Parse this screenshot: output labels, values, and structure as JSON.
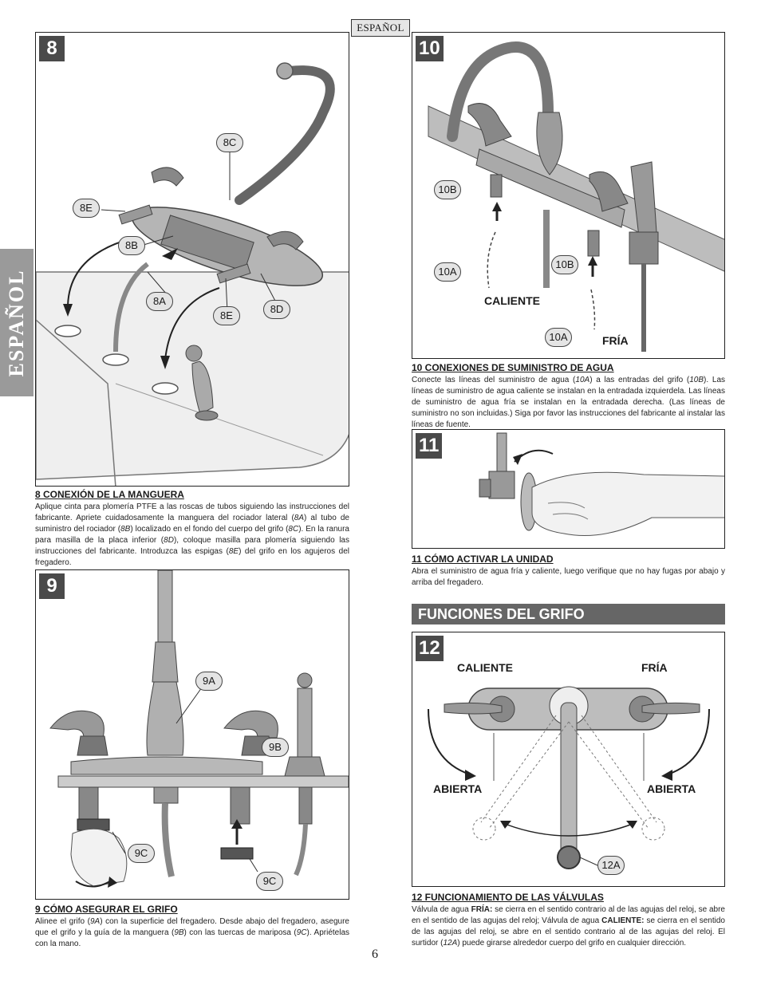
{
  "lang_tag": "ESPAÑOL",
  "side_tab": "ESPAÑOL",
  "page_number": "6",
  "banner": "FUNCIONES DEL GRIFO",
  "fig8": {
    "num": "8",
    "callouts": {
      "c8C": "8C",
      "c8E_top": "8E",
      "c8B": "8B",
      "c8A": "8A",
      "c8E_bottom": "8E",
      "c8D": "8D"
    }
  },
  "fig9": {
    "num": "9",
    "callouts": {
      "c9A": "9A",
      "c9B": "9B",
      "c9C_left": "9C",
      "c9C_right": "9C"
    }
  },
  "fig10": {
    "num": "10",
    "callouts": {
      "c10B_left": "10B",
      "c10A_left": "10A",
      "c10B_right": "10B",
      "c10A_right": "10A"
    },
    "hot_label": "CALIENTE",
    "cold_label": "FRÍA"
  },
  "fig11": {
    "num": "11"
  },
  "fig12": {
    "num": "12",
    "hot_label": "CALIENTE",
    "cold_label": "FRÍA",
    "open_left": "ABIERTA",
    "open_right": "ABIERTA",
    "callout": "12A"
  },
  "sections": {
    "s8": {
      "title": "8  CONEXIÓN DE LA MANGUERA",
      "p1": "Aplique cinta para plomería PTFE a las roscas de tubos siguiendo las instrucciones del fabricante. Apriete cuidadosamente la manguera del rociador lateral (",
      "r1": "8A",
      "p2": ") al tubo de suministro del rociador (",
      "r2": "8B",
      "p3": ") localizado en el fondo del cuerpo del grifo (",
      "r3": "8C",
      "p4": "). En la ranura para masilla de la placa inferior (",
      "r4": "8D",
      "p5": "), coloque masilla para plomería siguiendo las instrucciones del fabricante. Introduzca las espigas (",
      "r5": "8E",
      "p6": ") del grifo en los agujeros del fregadero."
    },
    "s9": {
      "title": "9  CÓMO ASEGURAR EL GRIFO",
      "p1": "Alinee el grifo (",
      "r1": "9A",
      "p2": ") con la superficie del fregadero. Desde abajo del fregadero, asegure que el grifo y la guía de la manguera (",
      "r2": "9B",
      "p3": ") con las tuercas de mariposa (",
      "r3": "9C",
      "p4": ").  Apriételas con la mano."
    },
    "s10": {
      "title": "10  CONEXIONES DE SUMINISTRO DE AGUA",
      "p1": "Conecte las líneas del suministro de agua (",
      "r1": "10A",
      "p2": ") a las entradas del grifo (",
      "r2": "10B",
      "p3": ").  Las líneas de suministro de agua caliente se instalan en la entradada izquierdela. Las líneas de suministro de agua fría se instalan en la entradada derecha. (Las líneas de suministro no son incluidas.)  Siga por favor las instrucciones del fabricante al instalar las líneas de fuente."
    },
    "s11": {
      "title": "11  CÓMO ACTIVAR LA UNIDAD",
      "p1": "Abra el suministro de agua fría y caliente, luego verifique que no hay fugas por abajo y arriba del fregadero."
    },
    "s12": {
      "title": "12  FUNCIONAMIENTO DE LAS VÁLVULAS",
      "p1": "Válvula de agua ",
      "b1": "FRÍA:",
      "p2": " se cierra en el sentido contrario al de las agujas del reloj, se abre en el sentido de las agujas del reloj; Válvula de agua ",
      "b2": "CALIENTE:",
      "p3": " se cierra en el sentido de las agujas del reloj, se abre en el sentido contrario al de las agujas del reloj. El surtidor (",
      "r1": "12A",
      "p4": ") puede girarse alrededor cuerpo del grifo en cualquier dirección."
    }
  }
}
